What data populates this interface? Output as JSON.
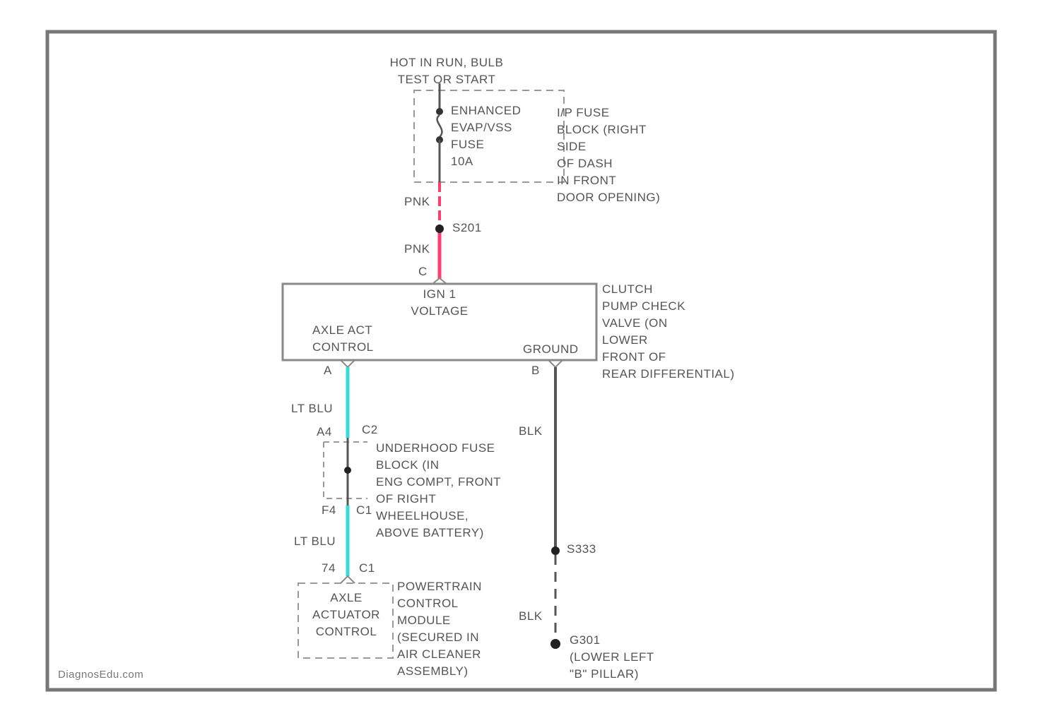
{
  "colors": {
    "frame": "#777777",
    "wire_pnk": "#ff3d6e",
    "wire_ltblu": "#33dddd",
    "wire_blk": "#555555",
    "text": "#555555"
  },
  "top_source": {
    "line1": "HOT IN RUN, BULB",
    "line2": "TEST OR START"
  },
  "fuse": {
    "lines": [
      "ENHANCED",
      "EVAP/VSS",
      "FUSE",
      "10A"
    ],
    "location": [
      "I/P FUSE",
      "BLOCK (RIGHT",
      "SIDE",
      "OF DASH",
      "IN FRONT",
      "DOOR OPENING)"
    ]
  },
  "wires": {
    "pnk_upper": "PNK",
    "pnk_lower": "PNK",
    "ltblu_upper": "LT BLU",
    "ltblu_lower": "LT BLU",
    "blk_upper": "BLK",
    "blk_lower": "BLK"
  },
  "splices": {
    "s201": "S201",
    "s333": "S333"
  },
  "ground": {
    "name": "G301",
    "location": [
      "(LOWER LEFT",
      "\"B\" PILLAR)"
    ]
  },
  "switch": {
    "pin_c": "C",
    "pin_a": "A",
    "pin_b": "B",
    "ign_line1": "IGN 1",
    "ign_line2": "VOLTAGE",
    "axle_line1": "AXLE ACT",
    "axle_line2": "CONTROL",
    "ground_label": "GROUND",
    "location": [
      "CLUTCH",
      "PUMP CHECK",
      "VALVE (ON",
      "LOWER",
      "FRONT OF",
      "REAR DIFFERENTIAL)"
    ]
  },
  "underhood": {
    "pin_top": "A4",
    "pin_top_conn": "C2",
    "pin_bottom": "F4",
    "pin_bottom_conn": "C1",
    "location": [
      "UNDERHOOD FUSE",
      "BLOCK (IN",
      "ENG COMPT, FRONT",
      "OF RIGHT",
      "WHEELHOUSE,",
      "ABOVE BATTERY)"
    ]
  },
  "pcm": {
    "pin": "74",
    "pin_conn": "C1",
    "lines": [
      "AXLE",
      "ACTUATOR",
      "CONTROL"
    ],
    "location": [
      "POWERTRAIN",
      "CONTROL",
      "MODULE",
      "(SECURED IN",
      "AIR CLEANER",
      "ASSEMBLY)"
    ]
  },
  "watermark": "DiagnosEdu.com"
}
